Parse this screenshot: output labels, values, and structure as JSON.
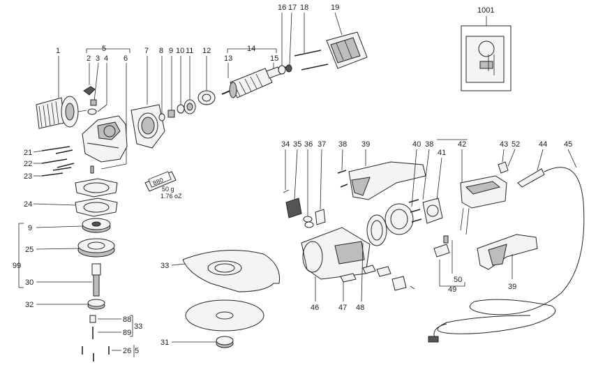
{
  "labels": {
    "p1": "1",
    "p2": "2",
    "p3": "3",
    "p4": "4",
    "p5": "5",
    "p6": "6",
    "p7": "7",
    "p8": "8",
    "p9": "9",
    "p10": "10",
    "p11": "11",
    "p12": "12",
    "p13": "13",
    "p14": "14",
    "p15": "15",
    "p16": "16",
    "p17": "17",
    "p18": "18",
    "p19": "19",
    "p1001": "1001",
    "p21": "21",
    "p22": "22",
    "p23": "23",
    "p24": "24",
    "p9b": "9",
    "p25": "25",
    "p99": "99",
    "p30": "30",
    "p32": "32",
    "p88": "88",
    "p89": "89",
    "p33a": "33",
    "p26": "26",
    "p5b": "5",
    "p33": "33",
    "p31": "31",
    "p34": "34",
    "p35": "35",
    "p36": "36",
    "p37": "37",
    "p38": "38",
    "p39": "39",
    "p40": "40",
    "p38b": "38",
    "p41": "41",
    "p42": "42",
    "p43": "43",
    "p52": "52",
    "p44": "44",
    "p45": "45",
    "p46": "46",
    "p47": "47",
    "p48": "48",
    "p49": "49",
    "p50": "50",
    "p39b": "39"
  },
  "grease_tube": {
    "label": "880",
    "weight_g": "50 g",
    "weight_oz": "1.76 oZ"
  }
}
